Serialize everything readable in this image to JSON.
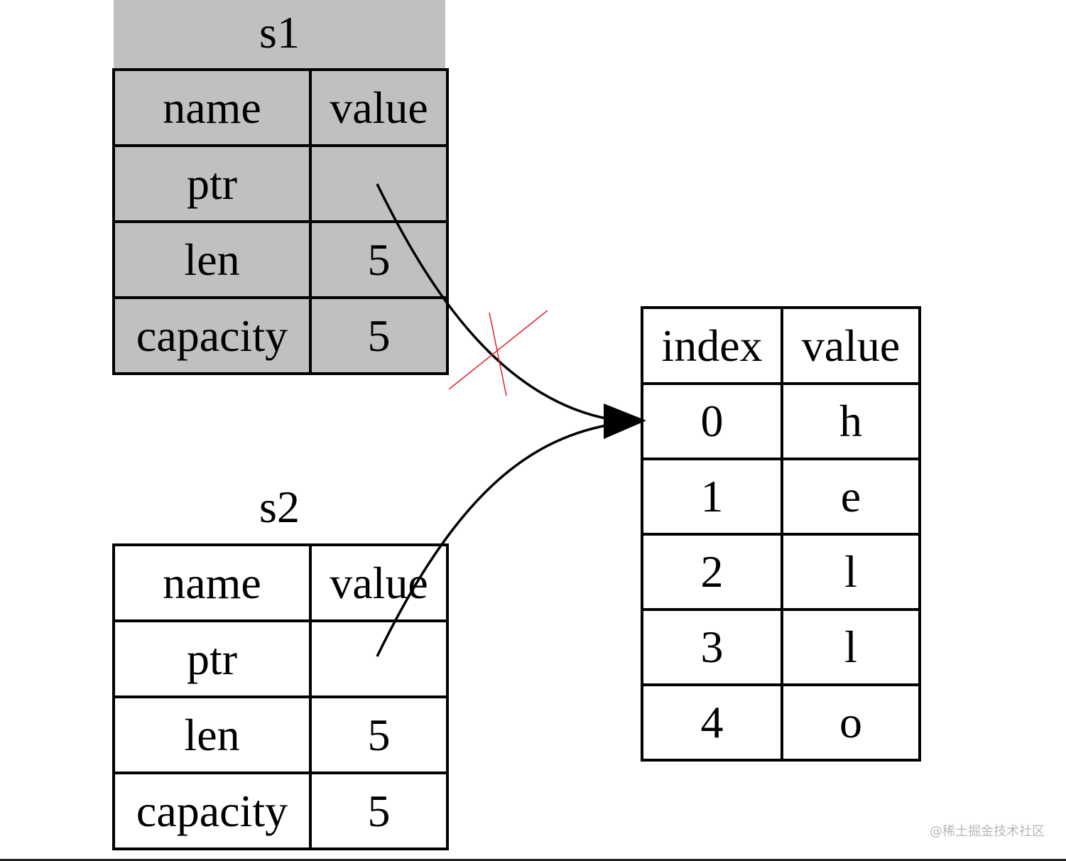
{
  "s1": {
    "title": "s1",
    "headers": [
      "name",
      "value"
    ],
    "rows": [
      {
        "name": "ptr",
        "value": ""
      },
      {
        "name": "len",
        "value": "5"
      },
      {
        "name": "capacity",
        "value": "5"
      }
    ]
  },
  "s2": {
    "title": "s2",
    "headers": [
      "name",
      "value"
    ],
    "rows": [
      {
        "name": "ptr",
        "value": ""
      },
      {
        "name": "len",
        "value": "5"
      },
      {
        "name": "capacity",
        "value": "5"
      }
    ]
  },
  "heap": {
    "headers": [
      "index",
      "value"
    ],
    "rows": [
      {
        "index": "0",
        "value": "h"
      },
      {
        "index": "1",
        "value": "e"
      },
      {
        "index": "2",
        "value": "l"
      },
      {
        "index": "3",
        "value": "l"
      },
      {
        "index": "4",
        "value": "o"
      }
    ]
  },
  "colors": {
    "invalidated_struct": "#c0c0c0",
    "cross_mark": "#e0202a"
  },
  "watermark": "@稀土掘金技术社区"
}
